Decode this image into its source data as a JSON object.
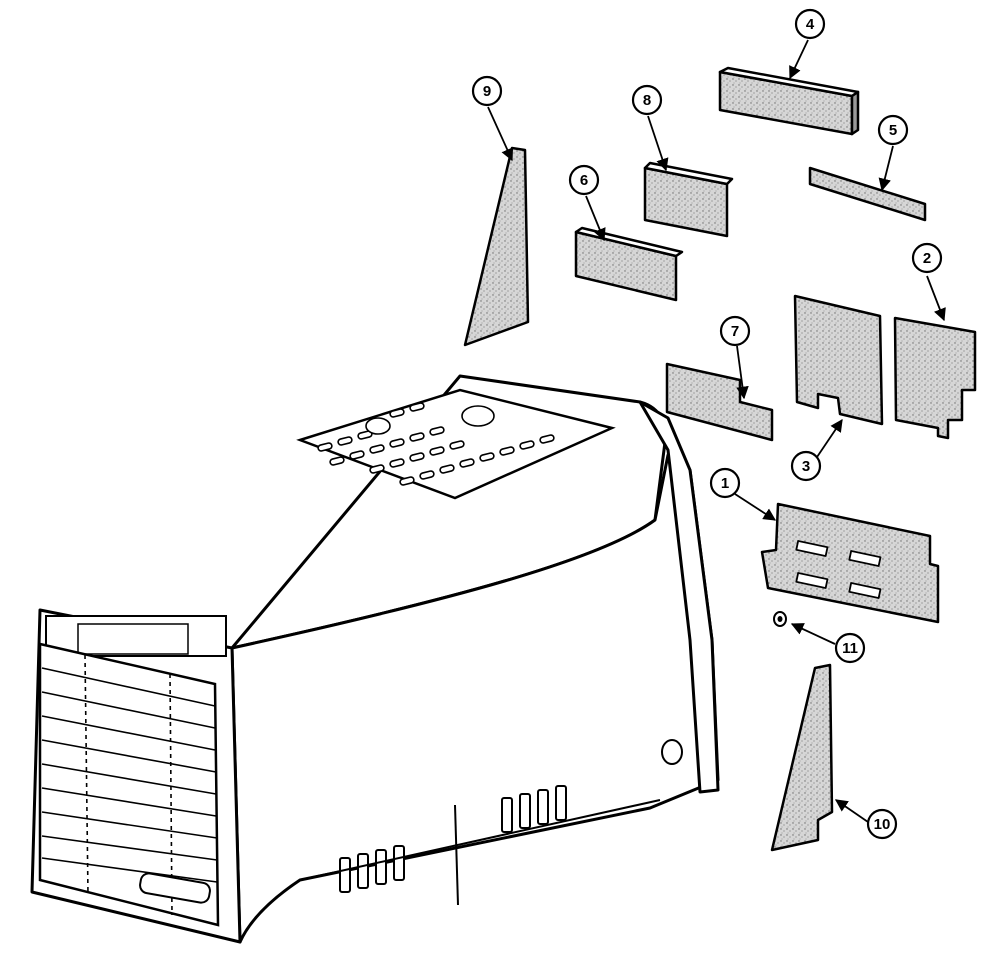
{
  "colors": {
    "line": "#000000",
    "foam": "#d2d2d2",
    "housing": "#ffffff"
  },
  "callouts": [
    {
      "id": "callout-1",
      "text": "1"
    },
    {
      "id": "callout-2",
      "text": "2"
    },
    {
      "id": "callout-3",
      "text": "3"
    },
    {
      "id": "callout-4",
      "text": "4"
    },
    {
      "id": "callout-5",
      "text": "5"
    },
    {
      "id": "callout-6",
      "text": "6"
    },
    {
      "id": "callout-7",
      "text": "7"
    },
    {
      "id": "callout-8",
      "text": "8"
    },
    {
      "id": "callout-9",
      "text": "9"
    },
    {
      "id": "callout-10",
      "text": "10"
    },
    {
      "id": "callout-11",
      "text": "11"
    }
  ]
}
